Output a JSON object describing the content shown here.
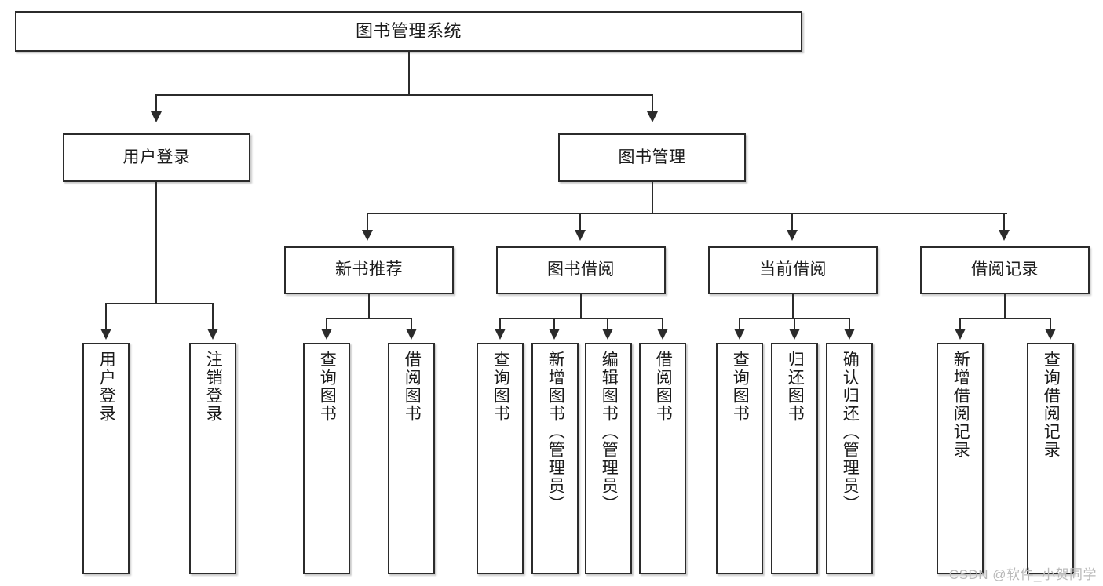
{
  "diagram": {
    "title": "图书管理系统",
    "type": "tree",
    "root": {
      "label": "图书管理系统"
    },
    "level2": [
      {
        "label": "用户登录"
      },
      {
        "label": "图书管理"
      }
    ],
    "level3": [
      {
        "label": "新书推荐"
      },
      {
        "label": "图书借阅"
      },
      {
        "label": "当前借阅"
      },
      {
        "label": "借阅记录"
      }
    ],
    "leaves": {
      "user_login": [
        {
          "label": "用户登录"
        },
        {
          "label": "注销登录"
        }
      ],
      "new_book_recommend": [
        {
          "label": "查询图书"
        },
        {
          "label": "借阅图书"
        }
      ],
      "book_borrow": [
        {
          "label": "查询图书"
        },
        {
          "label": "新增图书（管理员）"
        },
        {
          "label": "编辑图书（管理员）"
        },
        {
          "label": "借阅图书"
        }
      ],
      "current_borrow": [
        {
          "label": "查询图书"
        },
        {
          "label": "归还图书"
        },
        {
          "label": "确认归还（管理员）"
        }
      ],
      "borrow_record": [
        {
          "label": "新增借阅记录"
        },
        {
          "label": "查询借阅记录"
        }
      ]
    }
  },
  "watermark": {
    "text": "CSDN @软件_小贺同学"
  },
  "colors": {
    "line": "#2b2b2b",
    "box_fill": "#ffffff",
    "text": "#1b1b1b",
    "watermark": "#b9b9b9"
  }
}
